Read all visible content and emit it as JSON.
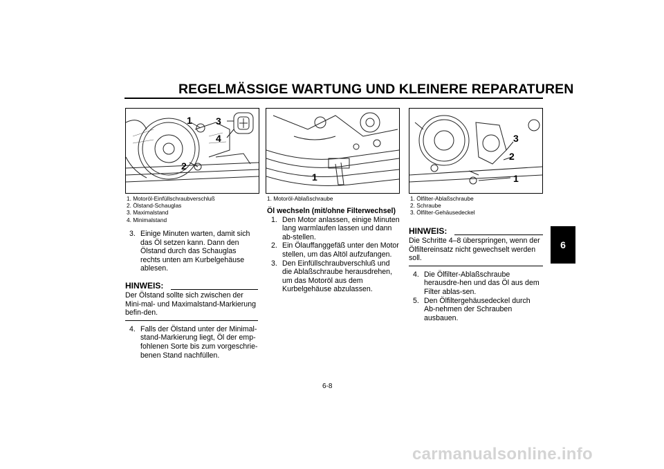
{
  "header": {
    "title": "REGELMÄSSIGE WARTUNG UND KLEINERE REPARATUREN"
  },
  "figures": [
    {
      "labels": [
        "1",
        "2",
        "3",
        "4"
      ],
      "callouts": [
        "1. Motoröl-Einfüllschraubverschluß",
        "2. Ölstand-Schauglas",
        "3. Maximalstand",
        "4. Minimalstand"
      ]
    },
    {
      "labels": [
        "1"
      ],
      "callouts": [
        "1. Motoröl-Ablaßschraube"
      ]
    },
    {
      "labels": [
        "1",
        "2",
        "3"
      ],
      "callouts": [
        "1. Ölfilter-Ablaßschraube",
        "2. Schraube",
        "3. Ölfilter-Gehäusedeckel"
      ]
    }
  ],
  "col1": {
    "step3": {
      "num": "3.",
      "text": "Einige Minuten warten, damit sich das Öl setzen kann. Dann den Ölstand durch das Schauglas rechts unten am Kurbelgehäuse ablesen."
    },
    "note_heading": "HINWEIS:",
    "note_text": "Der Ölstand sollte sich zwischen der Mini-mal- und Maximalstand-Markierung befin-den.",
    "step4": {
      "num": "4.",
      "text": "Falls der Ölstand unter der Minimal-stand-Markierung liegt, Öl der emp-fohlenen Sorte bis zum vorgeschrie-benen Stand nachfüllen."
    }
  },
  "col2": {
    "subheading": "Öl wechseln (mit/ohne Filterwechsel)",
    "steps": [
      {
        "num": "1.",
        "text": "Den Motor anlassen, einige Minuten lang warmlaufen lassen und dann ab-stellen."
      },
      {
        "num": "2.",
        "text": "Ein Ölauffanggefäß unter den Motor stellen, um das Altöl aufzufangen."
      },
      {
        "num": "3.",
        "text": "Den Einfüllschraubverschluß und die Ablaßschraube herausdrehen, um das Motoröl aus dem Kurbelgehäuse abzulassen."
      }
    ]
  },
  "col3": {
    "note_heading": "HINWEIS:",
    "note_text": "Die Schritte 4–8 überspringen, wenn der Ölfiltereinsatz nicht gewechselt werden soll.",
    "steps": [
      {
        "num": "4.",
        "text": "Die Ölfilter-Ablaßschraube herausdre-hen und das Öl aus dem Filter ablas-sen."
      },
      {
        "num": "5.",
        "text": "Den Ölfiltergehäusedeckel durch Ab-nehmen der Schrauben ausbauen."
      }
    ]
  },
  "footer": {
    "page_number": "6-8"
  },
  "side_tab": {
    "label": "6"
  },
  "watermark": {
    "text": "carmanualsonline.info"
  }
}
